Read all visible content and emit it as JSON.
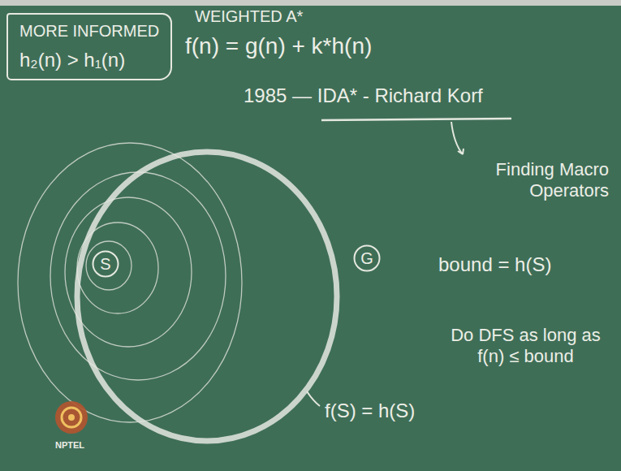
{
  "diagram": {
    "nodes": [
      {
        "text": [
          "MORE INFORMED",
          "h₂(n) > h₁(n)"
        ]
      },
      {
        "text": [
          "S"
        ]
      },
      {
        "text": [
          "G"
        ]
      }
    ],
    "labels": [
      "WEIGHTED A*",
      "f(n) = g(n) + k*h(n)",
      "1985 — IDA* - Richard Korf",
      "Finding Macro Operators",
      "bound = h(S)",
      "Do DFS as long as f(n) ≤ bound",
      "f(S) = h(S)",
      "NPTEL"
    ]
  }
}
